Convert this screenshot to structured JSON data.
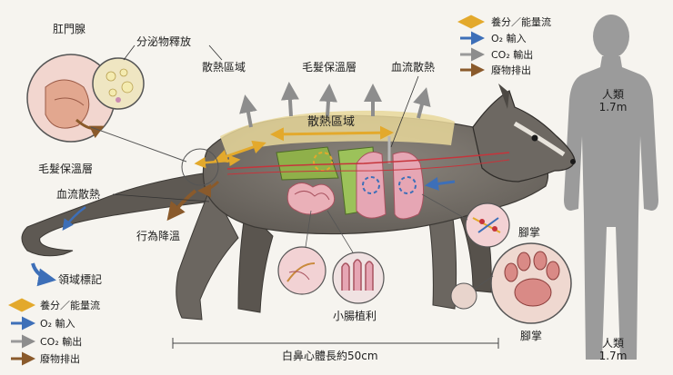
{
  "labels": {
    "anal_gland": "肛門腺",
    "secretion": "分泌物釋放",
    "heat_dissipation_top": "散熱區域",
    "fur_insulation_top": "毛髮保溫層",
    "blood_flow_top": "血流散熱",
    "heat_dissipation_back": "散熱區域",
    "fur_insulation_left": "毛髮保溫層",
    "blood_flow_left": "血流散熱",
    "behavioral_cooling": "行為降溫",
    "territory_marking": "領域標記",
    "villi": "小腸植利",
    "paw_top": "腳掌",
    "paw_bottom": "腳掌",
    "body_length": "白鼻心體長約50cm"
  },
  "legend_top": [
    {
      "label": "養分／能量流",
      "color": "#e3a92c",
      "kind": "double"
    },
    {
      "label": "O₂ 輸入",
      "color": "#3d6fb8",
      "kind": "single"
    },
    {
      "label": "CO₂ 輸出",
      "color": "#9a9a9a",
      "kind": "single"
    },
    {
      "label": "廢物排出",
      "color": "#8a5a2b",
      "kind": "single"
    }
  ],
  "legend_bottom": [
    {
      "label": "養分／能量流",
      "color": "#e3a92c",
      "kind": "double"
    },
    {
      "label": "O₂ 輸入",
      "color": "#3d6fb8",
      "kind": "single"
    },
    {
      "label": "CO₂ 輸出",
      "color": "#9a9a9a",
      "kind": "single"
    },
    {
      "label": "廢物排出",
      "color": "#8a5a2b",
      "kind": "single"
    }
  ],
  "human": {
    "title": "人類",
    "height": "1.7m"
  },
  "colors": {
    "fur": "#77726b",
    "fur_dark": "#4c4843",
    "heat_zone": "#e8d79a",
    "human": "#9b9b9b",
    "lung": "#e6a6b4",
    "liver": "#8fb04a",
    "stomach": "#9cc25a",
    "intestine": "#eab0b8"
  }
}
